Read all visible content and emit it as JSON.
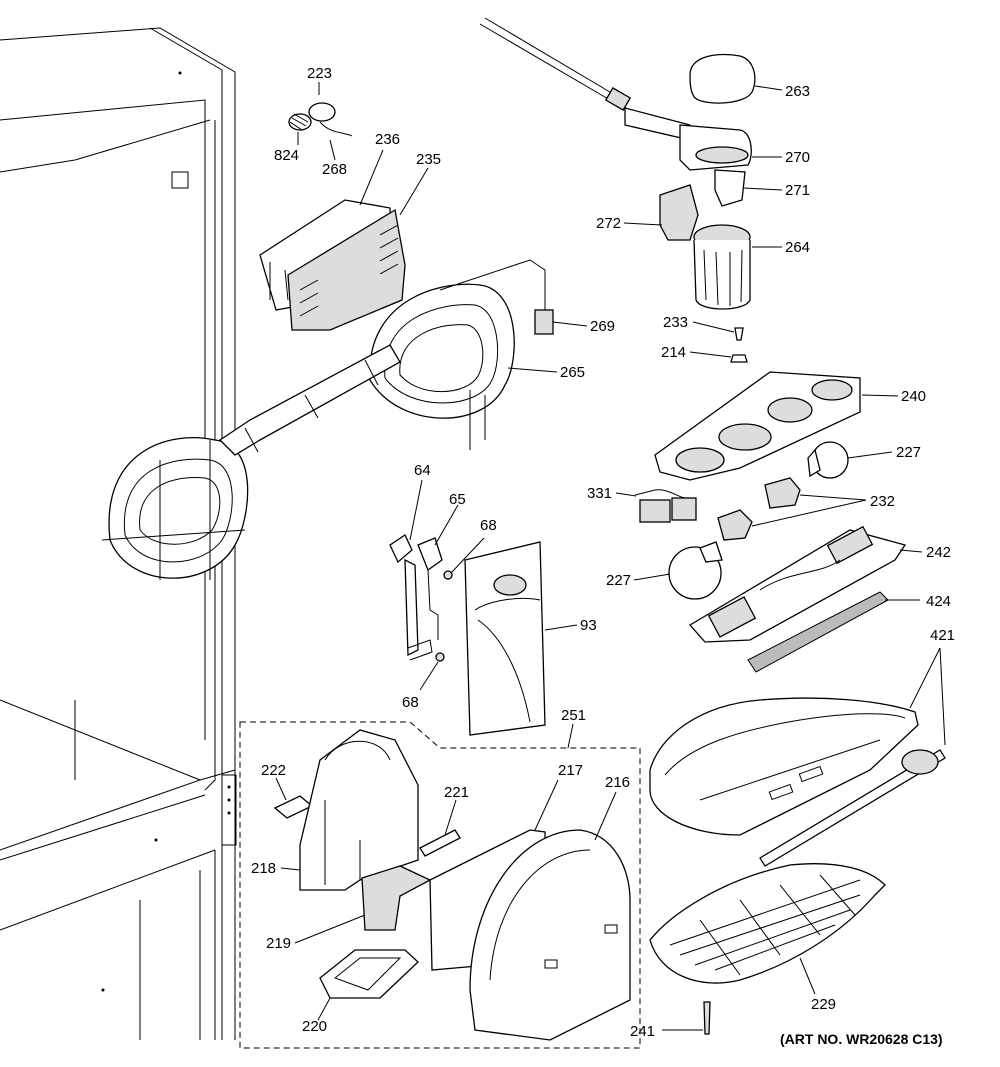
{
  "art_number": "(ART NO. WR20628 C13)",
  "labels": {
    "p223": "223",
    "p824": "824",
    "p268": "268",
    "p236": "236",
    "p235": "235",
    "p263": "263",
    "p270": "270",
    "p271": "271",
    "p272": "272",
    "p264": "264",
    "p233": "233",
    "p214": "214",
    "p269": "269",
    "p265": "265",
    "p240": "240",
    "p227a": "227",
    "p331": "331",
    "p232": "232",
    "p242": "242",
    "p227b": "227",
    "p424": "424",
    "p64": "64",
    "p65": "65",
    "p68a": "68",
    "p93": "93",
    "p68b": "68",
    "p251": "251",
    "p421": "421",
    "p222": "222",
    "p221": "221",
    "p217": "217",
    "p216": "216",
    "p218": "218",
    "p219": "219",
    "p220": "220",
    "p229": "229",
    "p241": "241"
  }
}
